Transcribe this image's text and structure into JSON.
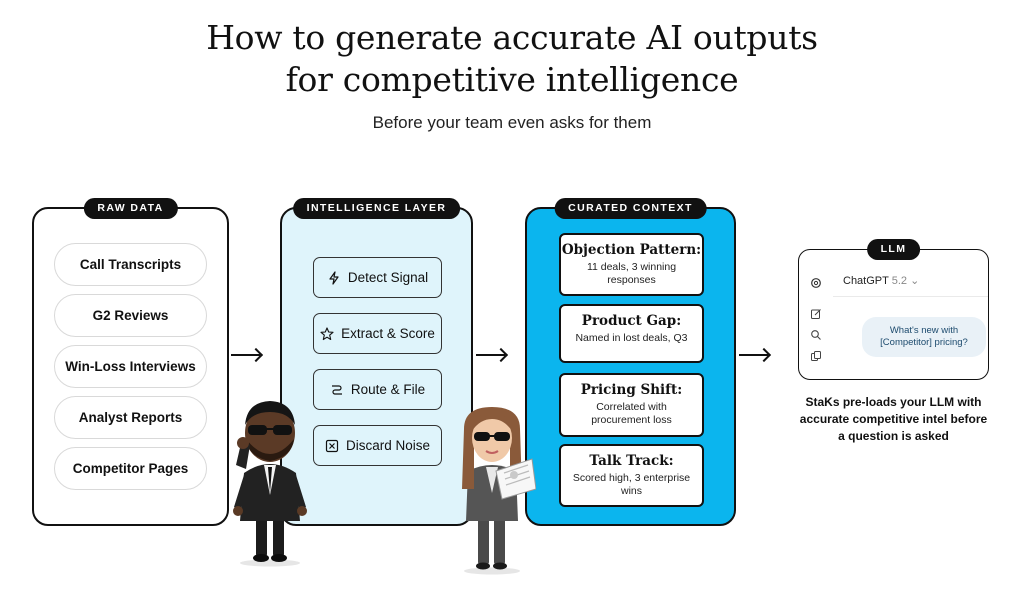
{
  "header": {
    "title_line1": "How to generate accurate AI outputs",
    "title_line2": "for competitive intelligence",
    "subtitle": "Before your team even asks for them"
  },
  "raw_data": {
    "tag": "RAW DATA",
    "items": [
      "Call Transcripts",
      "G2 Reviews",
      "Win-Loss Interviews",
      "Analyst Reports",
      "Competitor Pages"
    ]
  },
  "intelligence_layer": {
    "tag": "INTELLIGENCE LAYER",
    "steps": [
      {
        "label": "Detect Signal",
        "icon": "bolt-icon"
      },
      {
        "label": "Extract & Score",
        "icon": "star-icon"
      },
      {
        "label": "Route & File",
        "icon": "route-icon"
      },
      {
        "label": "Discard Noise",
        "icon": "close-box-icon"
      }
    ]
  },
  "curated_context": {
    "tag": "CURATED CONTEXT",
    "cards": [
      {
        "title": "Objection Pattern:",
        "desc": "11 deals, 3 winning responses"
      },
      {
        "title": "Product Gap:",
        "desc": "Named in lost deals, Q3"
      },
      {
        "title": "Pricing Shift:",
        "desc": "Correlated with procurement loss"
      },
      {
        "title": "Talk Track:",
        "desc": "Scored high, 3 enterprise wins"
      }
    ]
  },
  "llm": {
    "tag": "LLM",
    "model": "ChatGPT",
    "version": "5.2",
    "message": "What's new with [Competitor] pricing?",
    "caption": "StaKs pre-loads your LLM with accurate competitive intel before a question is asked"
  },
  "colors": {
    "intel_bg": "#dff4fb",
    "context_bg": "#0bb5ee",
    "ink": "#111111"
  }
}
